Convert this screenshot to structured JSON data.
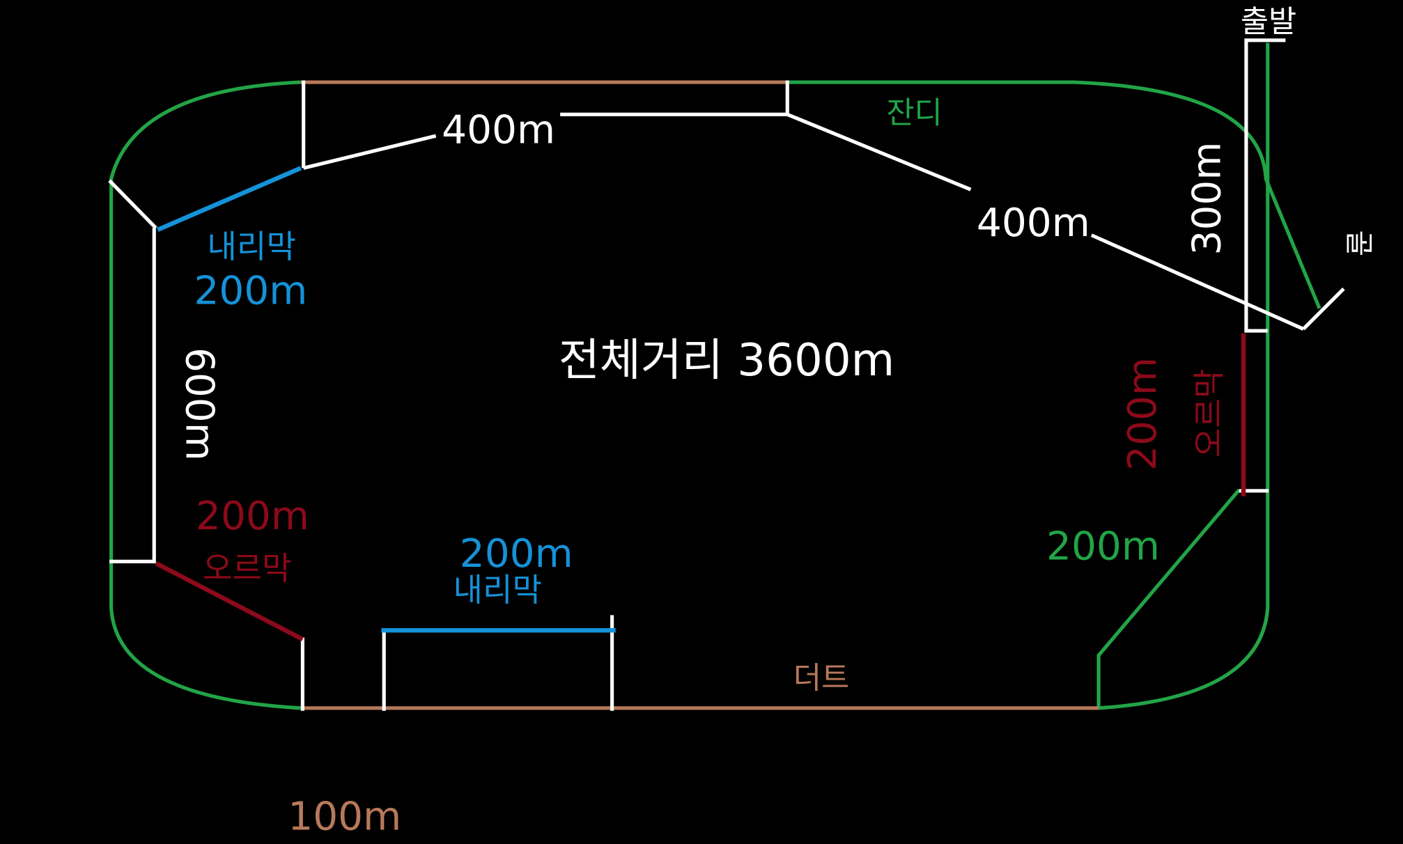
{
  "colors": {
    "background": "#000000",
    "white": "#ffffff",
    "turf_green": "#22a447",
    "dirt_brown": "#b8795a",
    "downhill_blue": "#1592d8",
    "uphill_red": "#8c0a1a"
  },
  "labels": {
    "start": "출발",
    "goal": "골",
    "turf": "잔디",
    "dirt": "더트",
    "total_distance": "전체거리 3600m",
    "top_400m": "400m",
    "diag_400m": "400m",
    "right_300m": "300m",
    "left_600m": "600m",
    "downhill_top": "내리막",
    "downhill_top_dist": "200m",
    "uphill_left_dist": "200m",
    "uphill_left": "오르막",
    "downhill_bottom_dist": "200m",
    "downhill_bottom": "내리막",
    "uphill_right_dist": "200m",
    "uphill_right": "오르막",
    "turf_right_dist": "200m",
    "bottom_100m": "100m"
  }
}
